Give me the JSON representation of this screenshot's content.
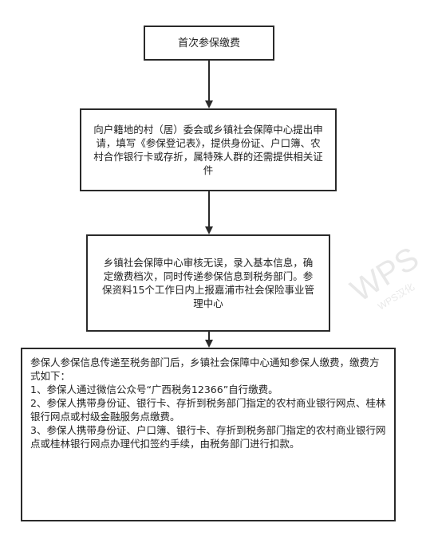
{
  "flow": {
    "step1": "首次参保缴费",
    "step2": "向户籍地的村（居）委会或乡镇社会保障中心提出申请，填写《参保登记表》，提供身份证、户口簿、农村合作银行卡或存折，属特殊人群的还需提供相关证件",
    "step3": "乡镇社会保障中心审核无误，录入基本信息，确定缴费档次，同时传递参保信息到税务部门。参保资料15个工作日内上报嘉浦市社会保险事业管理中心",
    "step4": {
      "intro": "参保人参保信息传递至税务部门后，乡镇社会保障中心通知参保人缴费，缴费方式如下：",
      "way1": "1、参保人通过微信公众号“广西税务12366”自行缴费。",
      "way2": "2、参保人携带身份证、银行卡、存折到税务部门指定的农村商业银行网点、桂林银行网点或村级金融服务点缴费。",
      "way3": "3、参保人携带身份证、户口簿、银行卡、存折到税务部门指定的农村商业银行网点或桂林银行网点办理代扣签约手续，由税务部门进行扣款。"
    }
  },
  "watermark": {
    "large": "WPS",
    "small": "WPS汉化"
  },
  "colors": {
    "stroke": "#2a2a2a",
    "watermark": "#d9d9d9"
  }
}
